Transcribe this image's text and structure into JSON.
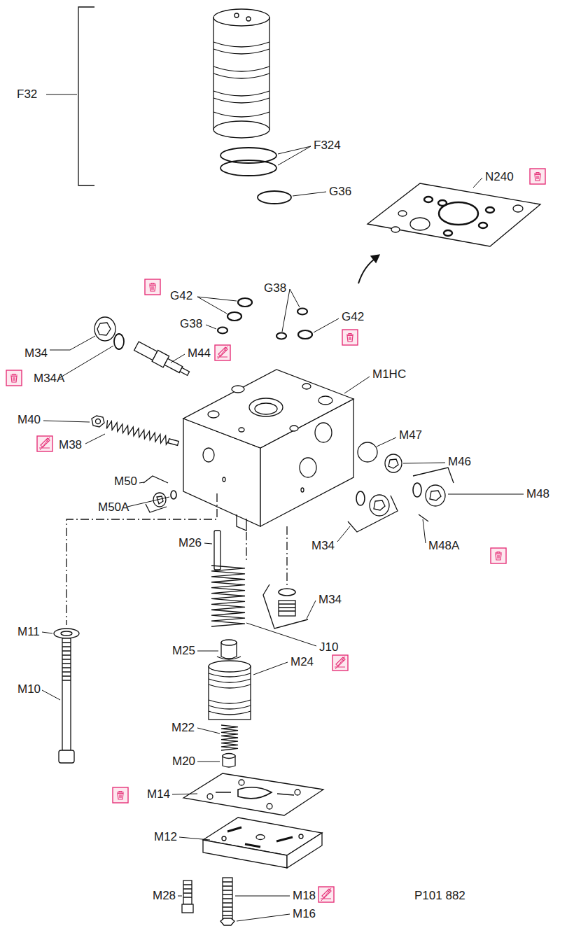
{
  "diagram": {
    "labels": [
      "F32",
      "F324",
      "G36",
      "N240",
      "G42",
      "G38",
      "G38",
      "G42",
      "M34",
      "M44",
      "M1HC",
      "M34A",
      "M40",
      "M38",
      "M47",
      "M46",
      "M50",
      "M48",
      "M50A",
      "M34",
      "M48A",
      "M26",
      "M34",
      "M25",
      "J10",
      "M11",
      "M24",
      "M10",
      "M22",
      "M20",
      "M14",
      "M12",
      "M28",
      "M18",
      "M16",
      "P101 882"
    ]
  }
}
